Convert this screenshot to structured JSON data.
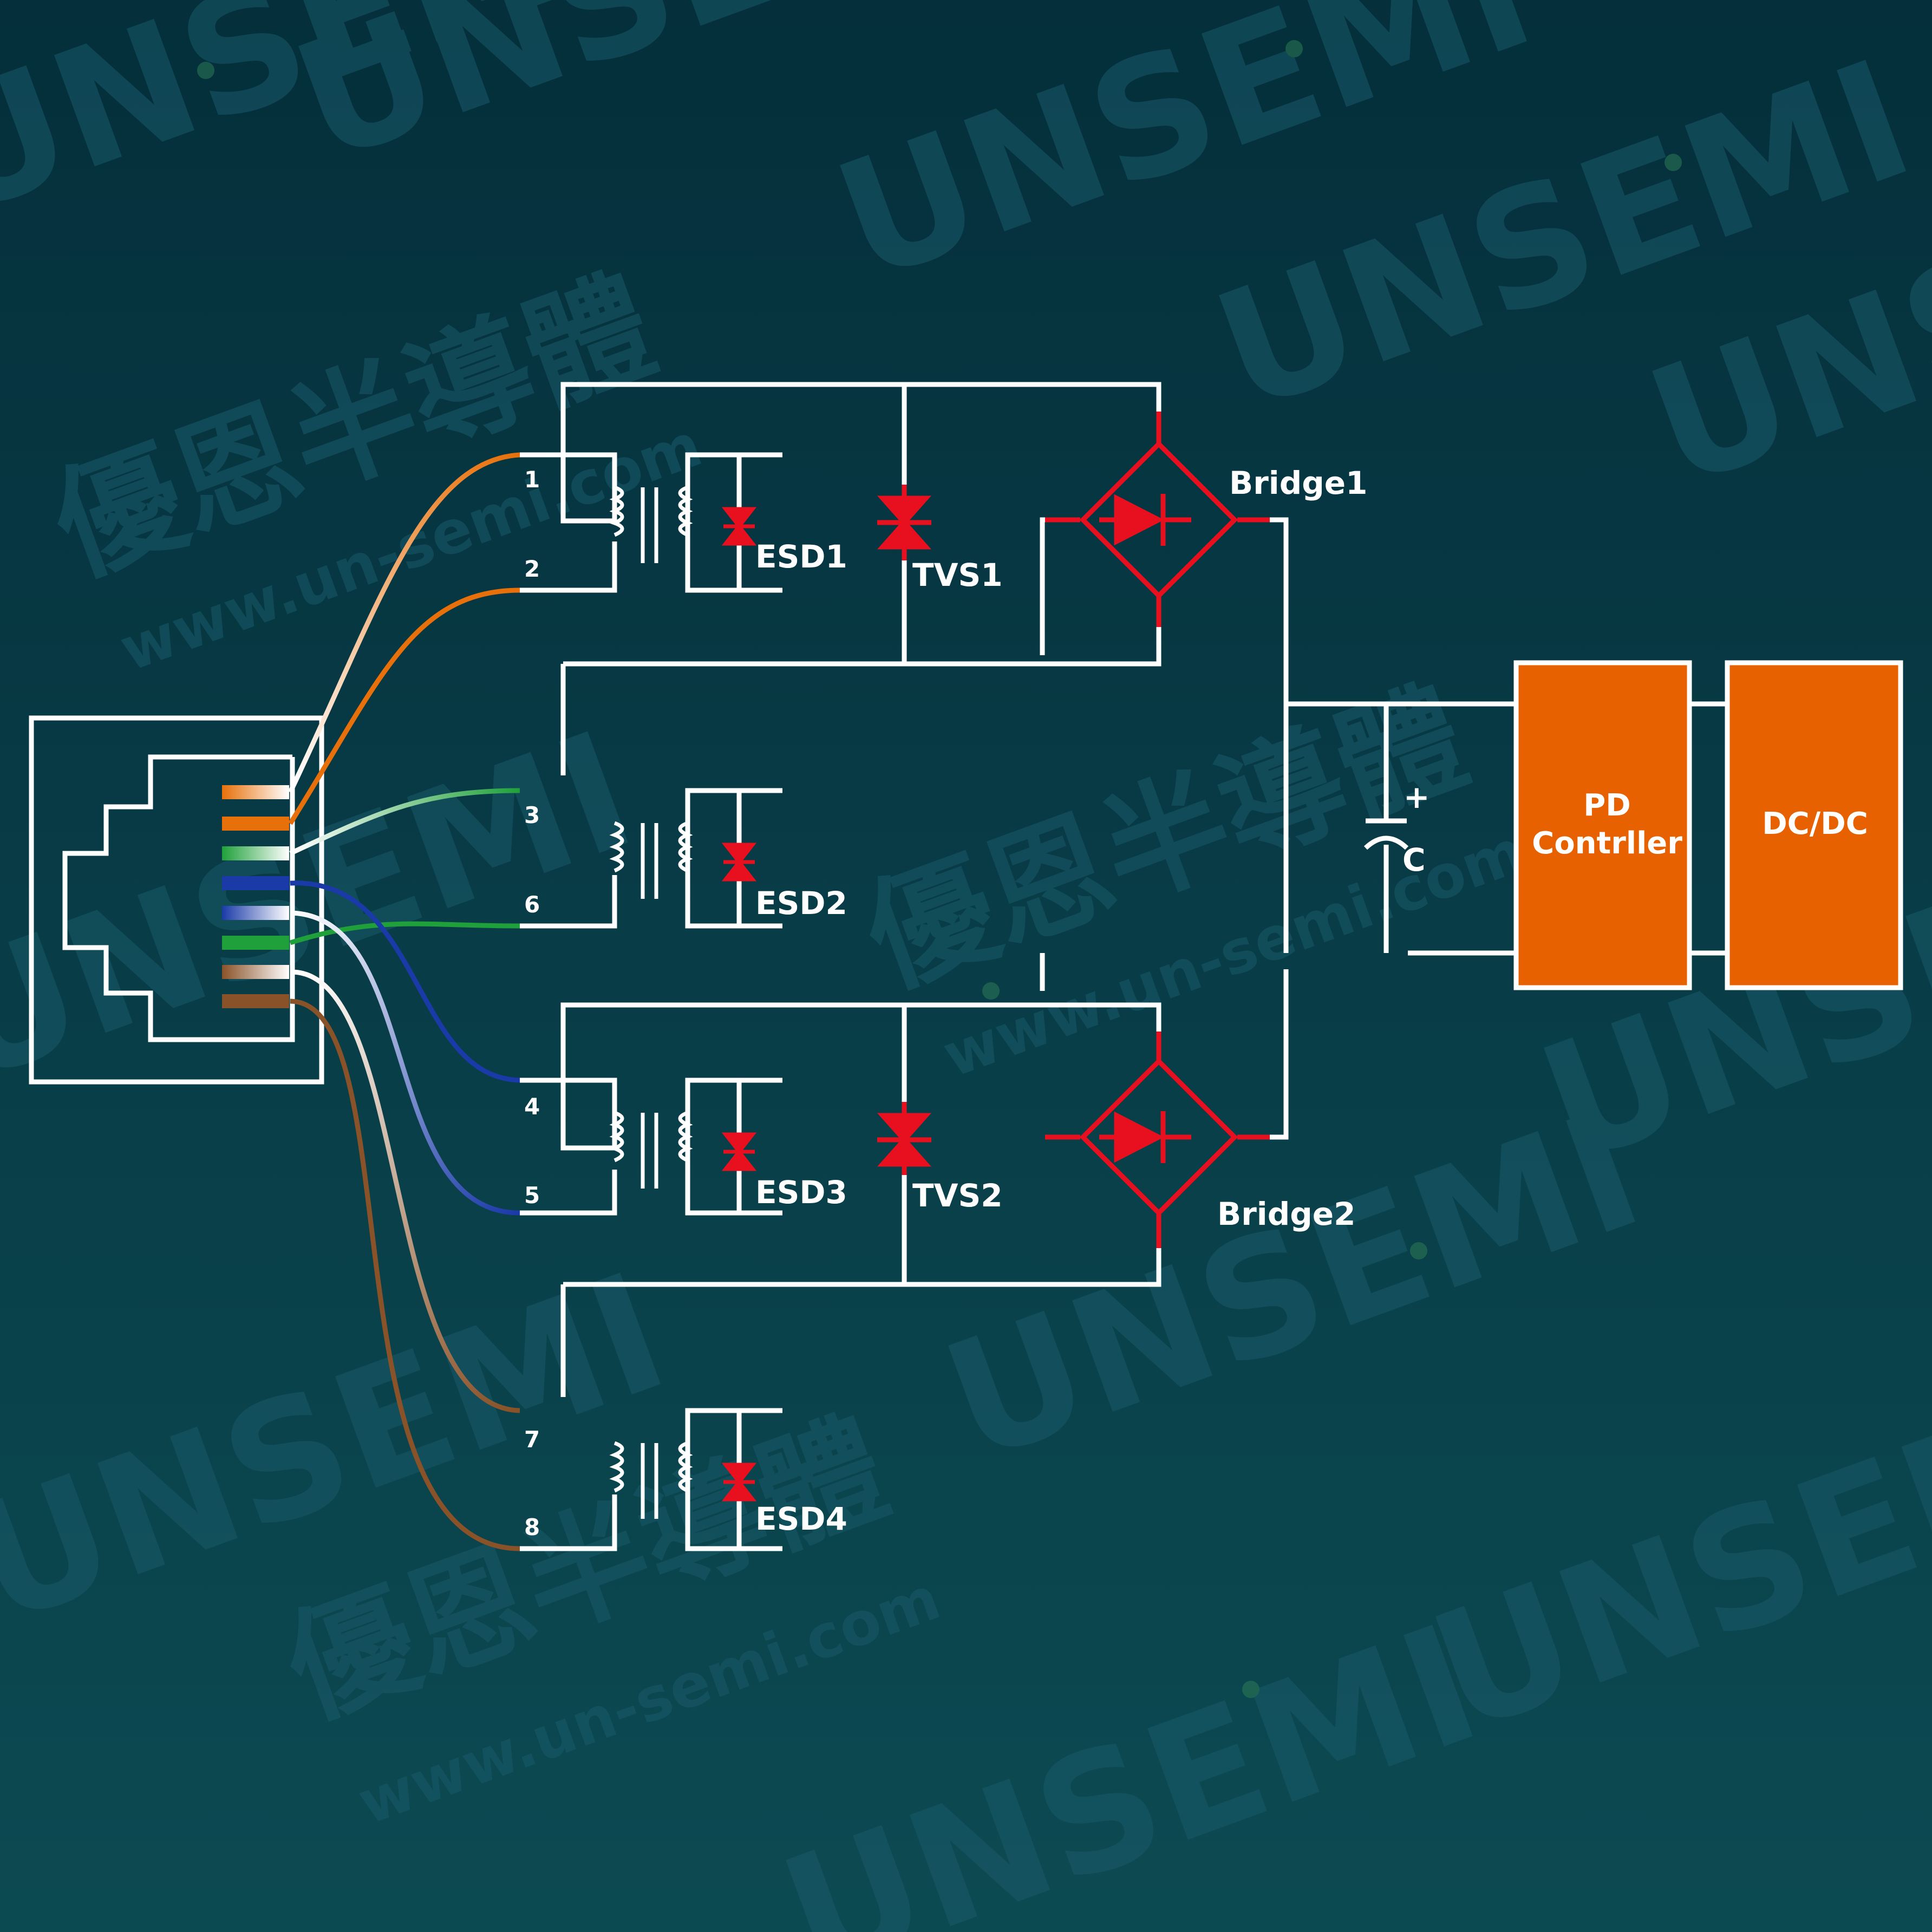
{
  "watermark": {
    "brand": "UNSEMI",
    "chinese": "優恩半導體",
    "url": "www.un-semi.com"
  },
  "pins": [
    "1",
    "2",
    "3",
    "6",
    "4",
    "5",
    "7",
    "8"
  ],
  "labels": {
    "esd1": "ESD1",
    "esd2": "ESD2",
    "esd3": "ESD3",
    "esd4": "ESD4",
    "tvs1": "TVS1",
    "tvs2": "TVS2",
    "bridge1": "Bridge1",
    "bridge2": "Bridge2",
    "cap_plus": "+",
    "cap": "C"
  },
  "blocks": {
    "pd_line1": "PD",
    "pd_line2": "Contrller",
    "dcdc": "DC/DC"
  },
  "colors": {
    "background_top": "#05303c",
    "background_bottom": "#0b4a52",
    "wire": "#ffffff",
    "protection": "#e8101e",
    "block": "#e86100",
    "orange_pair": "#e8700a",
    "green_pair": "#1fa03a",
    "blue_pair": "#1a3aa8",
    "brown_pair": "#8a5228",
    "watermark": "#1a5a6a"
  }
}
